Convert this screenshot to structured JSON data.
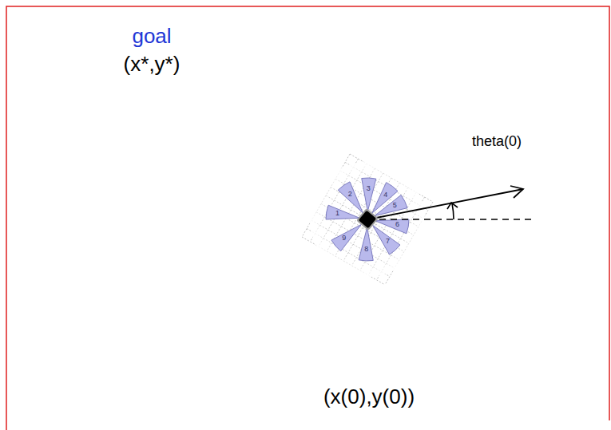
{
  "diagram": {
    "labels": [
      "goal",
      "(x*,y*)",
      "theta(0)",
      "(x(0),y(0))",
      "1",
      "2",
      "3",
      "4",
      "5",
      "6",
      "7",
      "8",
      "9"
    ]
  }
}
